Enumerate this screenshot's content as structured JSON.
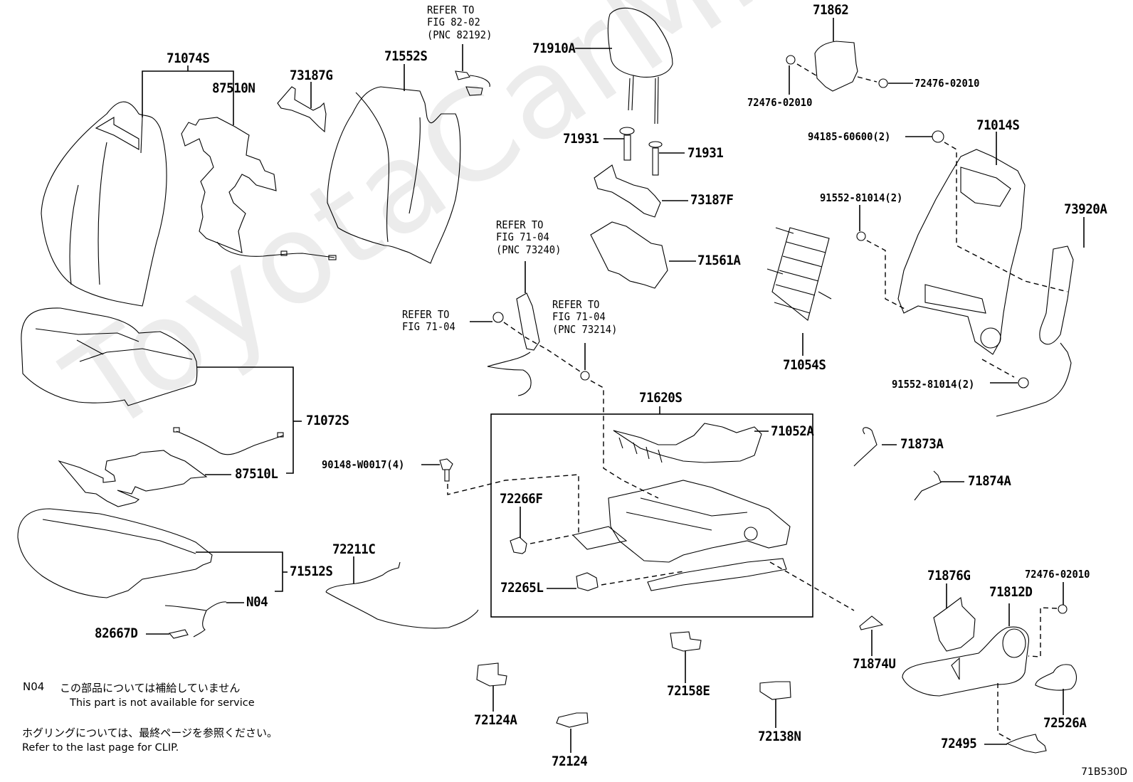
{
  "watermark": "ToyotaCarMine.ru",
  "figure_code": "71B530D",
  "parts": {
    "p71074S": "71074S",
    "p87510N": "87510N",
    "p73187G": "73187G",
    "p71552S": "71552S",
    "ref82": [
      "REFER TO",
      "FIG 82-02",
      "(PNC 82192)"
    ],
    "p71910A": "71910A",
    "p71931a": "71931",
    "p71931b": "71931",
    "p73187F": "73187F",
    "p71561A": "71561A",
    "p71862": "71862",
    "p72476_a": "72476-02010",
    "p72476_b": "72476-02010",
    "p94185": "94185-60600(2)",
    "p71014S": "71014S",
    "p91552_a": "91552-81014(2)",
    "p73920A": "73920A",
    "p71054S": "71054S",
    "ref7104_pnc73240": [
      "REFER TO",
      "FIG 71-04",
      "(PNC 73240)"
    ],
    "ref7104": [
      "REFER TO",
      "FIG 71-04"
    ],
    "ref7104_pnc73214": [
      "REFER TO",
      "FIG 71-04",
      "(PNC 73214)"
    ],
    "p91552_b": "91552-81014(2)",
    "p71072S": "71072S",
    "p87510L": "87510L",
    "p90148": "90148-W0017(4)",
    "p71620S": "71620S",
    "p71052A": "71052A",
    "p71873A": "71873A",
    "p71874A": "71874A",
    "p72266F": "72266F",
    "p72211C": "72211C",
    "p71512S": "71512S",
    "pN04": "N04",
    "p72265L": "72265L",
    "p82667D": "82667D",
    "p71876G": "71876G",
    "p72476_c": "72476-02010",
    "p71812D": "71812D",
    "p71874U": "71874U",
    "p72158E": "72158E",
    "p72124A": "72124A",
    "p72138N": "72138N",
    "p72526A": "72526A",
    "p72124": "72124",
    "p72495": "72495"
  },
  "notes": {
    "n04_code": "N04",
    "n04_jp": "この部品については補給していません",
    "n04_en": "This part is not available for service",
    "clip_jp": "ホグリングについては、最終ページを参照ください。",
    "clip_en": "Refer to the last page for CLIP."
  }
}
